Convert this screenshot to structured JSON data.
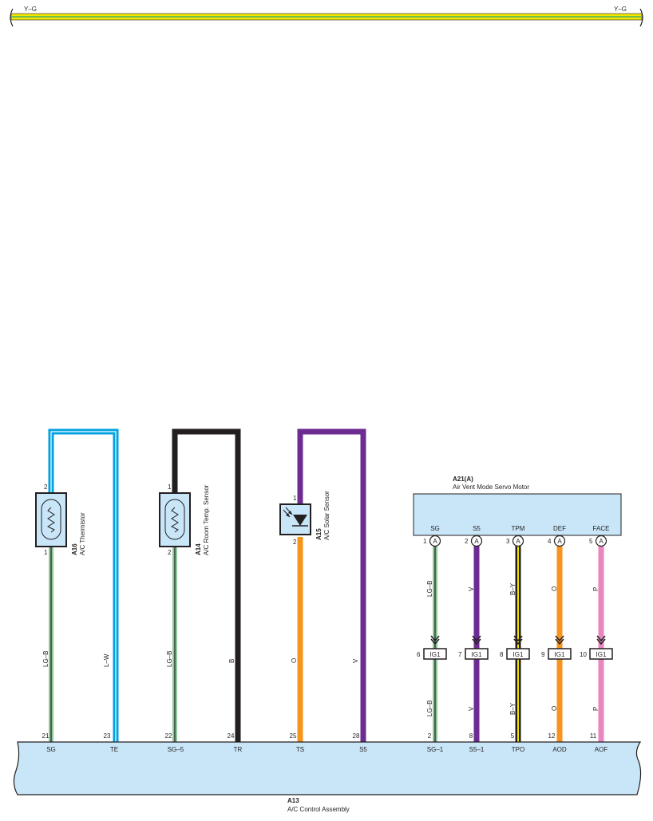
{
  "top_bus": {
    "label_left": "Y–G",
    "label_right": "Y–G",
    "colors": [
      "#f2e600",
      "#6ebd4e"
    ]
  },
  "sensors": [
    {
      "code": "A16",
      "name": "A/C Thermistor",
      "pin_top": "2",
      "pin_bottom": "1"
    },
    {
      "code": "A14",
      "name": "A/C Room Temp. Sensor",
      "pin_top": "1",
      "pin_bottom": "2"
    },
    {
      "code": "A15",
      "name": "A/C Solar Sensor",
      "pin_top": "1",
      "pin_bottom": "2"
    }
  ],
  "sensor_wires": [
    {
      "color_name": "LG–B",
      "pin": "21",
      "terminal": "SG"
    },
    {
      "color_name": "L–W",
      "pin": "23",
      "terminal": "TE"
    },
    {
      "color_name": "LG–B",
      "pin": "22",
      "terminal": "SG–5"
    },
    {
      "color_name": "B",
      "pin": "24",
      "terminal": "TR"
    },
    {
      "color_name": "O",
      "pin": "25",
      "terminal": "TS"
    },
    {
      "color_name": "V",
      "pin": "28",
      "terminal": "S5"
    }
  ],
  "servo": {
    "code": "A21(A)",
    "name": "Air Vent Mode Servo Motor",
    "connector_letter": "A",
    "pins": [
      {
        "label": "SG",
        "num": "1",
        "wire": "LG–B",
        "wire2": "LG–B",
        "conn_pin": "6",
        "conn": "IG1",
        "ecu_pin": "2",
        "ecu_term": "SG–1"
      },
      {
        "label": "S5",
        "num": "2",
        "wire": "V",
        "wire2": "V",
        "conn_pin": "7",
        "conn": "IG1",
        "ecu_pin": "8",
        "ecu_term": "S5–1"
      },
      {
        "label": "TPM",
        "num": "3",
        "wire": "B–Y",
        "wire2": "B–Y",
        "conn_pin": "8",
        "conn": "IG1",
        "ecu_pin": "5",
        "ecu_term": "TPO"
      },
      {
        "label": "DEF",
        "num": "4",
        "wire": "O",
        "wire2": "O",
        "conn_pin": "9",
        "conn": "IG1",
        "ecu_pin": "12",
        "ecu_term": "AOD"
      },
      {
        "label": "FACE",
        "num": "5",
        "wire": "P",
        "wire2": "P",
        "conn_pin": "10",
        "conn": "IG1",
        "ecu_pin": "11",
        "ecu_term": "AOF"
      }
    ]
  },
  "ecu": {
    "code": "A13",
    "name": "A/C Control Assembly"
  },
  "colors": {
    "lg_b": "#8cc79a",
    "l_w": "#00a3e0",
    "black": "#231f20",
    "orange": "#f7941d",
    "violet": "#6c2c91",
    "yellow": "#f2e600",
    "pink": "#e986bd",
    "box_fill": "#c8e6f8"
  }
}
